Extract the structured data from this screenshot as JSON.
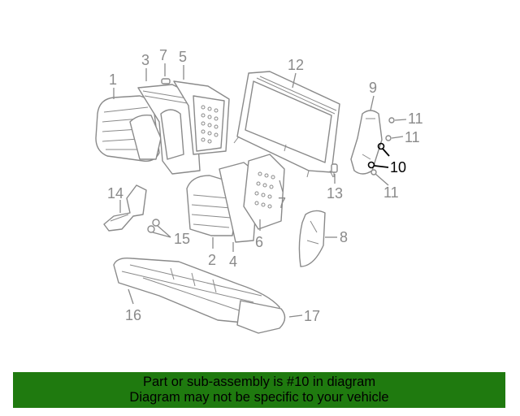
{
  "diagram": {
    "highlighted_part": "10",
    "callouts": [
      {
        "id": "1",
        "label": "1"
      },
      {
        "id": "2",
        "label": "2"
      },
      {
        "id": "3",
        "label": "3"
      },
      {
        "id": "4",
        "label": "4"
      },
      {
        "id": "5",
        "label": "5"
      },
      {
        "id": "6",
        "label": "6"
      },
      {
        "id": "7a",
        "label": "7"
      },
      {
        "id": "7b",
        "label": "7"
      },
      {
        "id": "8",
        "label": "8"
      },
      {
        "id": "9",
        "label": "9"
      },
      {
        "id": "10",
        "label": "10"
      },
      {
        "id": "11a",
        "label": "11"
      },
      {
        "id": "11b",
        "label": "11"
      },
      {
        "id": "11c",
        "label": "11"
      },
      {
        "id": "12",
        "label": "12"
      },
      {
        "id": "13",
        "label": "13"
      },
      {
        "id": "14",
        "label": "14"
      },
      {
        "id": "15",
        "label": "15"
      },
      {
        "id": "16",
        "label": "16"
      },
      {
        "id": "17",
        "label": "17"
      }
    ],
    "colors": {
      "line": "#8a8a8a",
      "highlight": "#000000",
      "banner": "#1f7a0f"
    }
  },
  "banner": {
    "line1": "Part or sub-assembly is #10 in diagram",
    "line2": "Diagram may not be specific to your vehicle"
  }
}
